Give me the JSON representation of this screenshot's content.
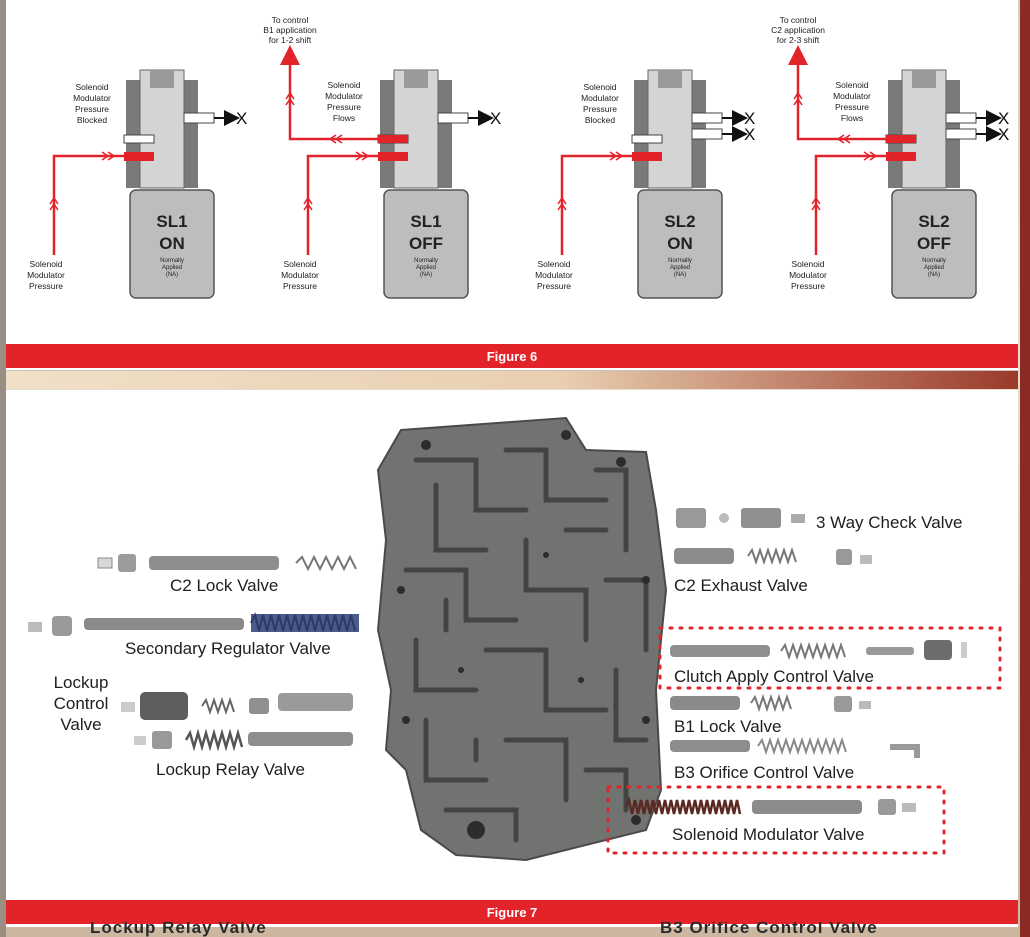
{
  "figure6": {
    "caption": "Figure 6",
    "solenoids": [
      {
        "name": "SL1",
        "state": "ON",
        "body_note": [
          "Normally",
          "Applied",
          "(NA)"
        ],
        "status_label": [
          "Solenoid",
          "Modulator",
          "Pressure",
          "Blocked"
        ],
        "input_label": [
          "Solenoid",
          "Modulator",
          "Pressure"
        ],
        "exhaust_marks": [
          "X"
        ]
      },
      {
        "name": "SL1",
        "state": "OFF",
        "body_note": [
          "Normally",
          "Applied",
          "(NA)"
        ],
        "status_label": [
          "Solenoid",
          "Modulator",
          "Pressure",
          "Flows"
        ],
        "input_label": [
          "Solenoid",
          "Modulator",
          "Pressure"
        ],
        "control_label": [
          "To control",
          "B1 application",
          "for 1-2 shift"
        ],
        "exhaust_marks": [
          "X"
        ]
      },
      {
        "name": "SL2",
        "state": "ON",
        "body_note": [
          "Normally",
          "Applied",
          "(NA)"
        ],
        "status_label": [
          "Solenoid",
          "Modulator",
          "Pressure",
          "Blocked"
        ],
        "input_label": [
          "Solenoid",
          "Modulator",
          "Pressure"
        ],
        "exhaust_marks": [
          "X",
          "X"
        ]
      },
      {
        "name": "SL2",
        "state": "OFF",
        "body_note": [
          "Normally",
          "Applied",
          "(NA)"
        ],
        "status_label": [
          "Solenoid",
          "Modulator",
          "Pressure",
          "Flows"
        ],
        "input_label": [
          "Solenoid",
          "Modulator",
          "Pressure"
        ],
        "control_label": [
          "To control",
          "C2 application",
          "for 2-3 shift"
        ],
        "exhaust_marks": [
          "X",
          "X"
        ]
      }
    ]
  },
  "figure7": {
    "caption": "Figure 7",
    "labels": {
      "c2_lock": "C2 Lock Valve",
      "secondary_regulator": "Secondary Regulator Valve",
      "lockup_control": [
        "Lockup",
        "Control",
        "Valve"
      ],
      "lockup_relay": "Lockup Relay Valve",
      "three_way_check": "3 Way Check Valve",
      "c2_exhaust": "C2 Exhaust Valve",
      "clutch_apply_control": "Clutch Apply Control Valve",
      "b1_lock": "B1 Lock Valve",
      "b3_orifice_control": "B3 Orifice Control Valve",
      "solenoid_modulator": "Solenoid Modulator Valve"
    }
  },
  "behind_page": {
    "left_text": "Lockup Relay Valve",
    "right_text": "B3 Orifice Control Valve"
  },
  "colors": {
    "caption_red": "#e3232a",
    "flow_red": "#e3232a",
    "solenoid_gray": "#bdbdbd",
    "valve_body_gray": "#6f716f"
  }
}
